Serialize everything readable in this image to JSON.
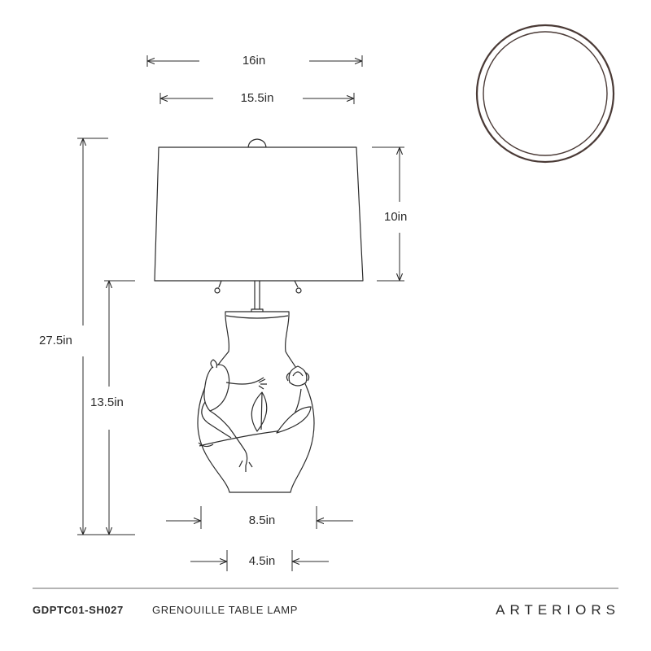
{
  "dimensions": {
    "shade_top_width": "16in",
    "shade_bottom_width": "15.5in",
    "shade_height": "10in",
    "overall_height": "27.5in",
    "base_height": "13.5in",
    "base_width": "8.5in",
    "foot_width": "4.5in"
  },
  "footer": {
    "product_code": "GDPTC01-SH027",
    "product_name": "GRENOUILLE TABLE LAMP",
    "brand": "ARTERIORS"
  },
  "colors": {
    "line": "#2b2b2b",
    "ring": "#4a3a36"
  }
}
